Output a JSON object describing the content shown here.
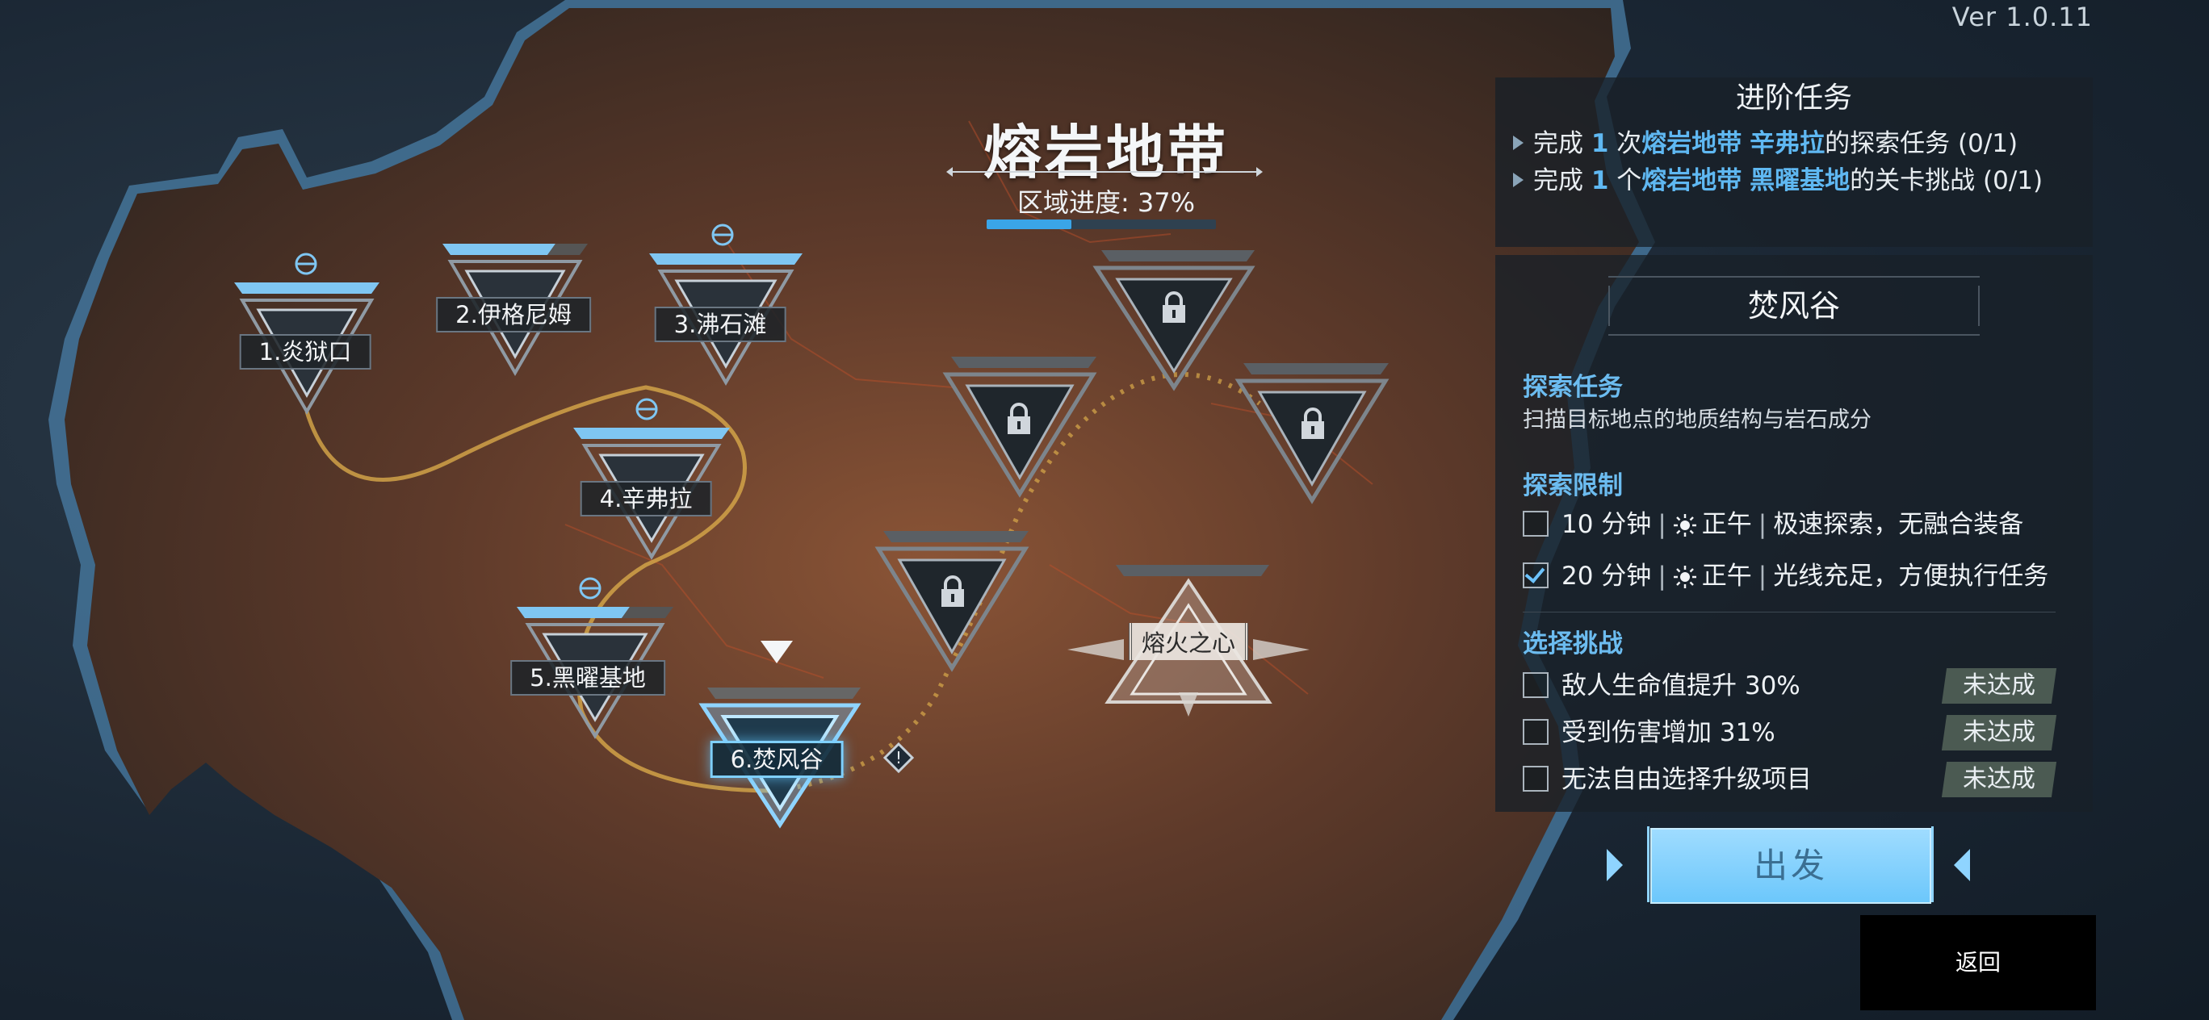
{
  "version": "Ver 1.0.11",
  "region": {
    "title": "熔岩地带",
    "progress_label": "区域进度: 37%",
    "progress": 0.37
  },
  "stages": [
    {
      "label": "1.炎狱口",
      "state": "unlocked",
      "has_target_icon": true
    },
    {
      "label": "2.伊格尼姆",
      "state": "unlocked",
      "has_target_icon": false
    },
    {
      "label": "3.沸石滩",
      "state": "unlocked",
      "has_target_icon": true
    },
    {
      "label": "4.辛弗拉",
      "state": "unlocked",
      "has_target_icon": true
    },
    {
      "label": "5.黑曜基地",
      "state": "unlocked",
      "has_target_icon": true
    },
    {
      "label": "6.焚风谷",
      "state": "selected",
      "has_target_icon": false
    },
    {
      "label": "",
      "state": "locked"
    },
    {
      "label": "",
      "state": "locked"
    },
    {
      "label": "",
      "state": "locked"
    },
    {
      "label": "",
      "state": "locked"
    }
  ],
  "boss_stage": {
    "label": "熔火之心",
    "state": "locked"
  },
  "advanced_tasks": {
    "title": "进阶任务",
    "items": [
      {
        "prefix": "完成 ",
        "count": "1",
        "mid": " 次",
        "hl1": "熔岩地带",
        "space": " ",
        "hl2": "辛弗拉",
        "suffix": "的探索任务 (0/1)"
      },
      {
        "prefix": "完成 ",
        "count": "1",
        "mid": " 个",
        "hl1": "熔岩地带",
        "space": " ",
        "hl2": "黑曜基地",
        "suffix": "的关卡挑战 (0/1)"
      }
    ]
  },
  "detail": {
    "title": "焚风谷",
    "explore_task_title": "探索任务",
    "explore_task_desc": "扫描目标地点的地质结构与岩石成分",
    "limit_title": "探索限制",
    "limits": [
      {
        "duration": "10 分钟",
        "time": "正午",
        "desc": "极速探索，无融合装备",
        "checked": false
      },
      {
        "duration": "20 分钟",
        "time": "正午",
        "desc": "光线充足，方便执行任务",
        "checked": true
      }
    ],
    "challenge_title": "选择挑战",
    "challenges": [
      {
        "label": "敌人生命值提升 30%",
        "status": "未达成",
        "checked": false
      },
      {
        "label": "受到伤害增加 31%",
        "status": "未达成",
        "checked": false
      },
      {
        "label": "无法自由选择升级项目",
        "status": "未达成",
        "checked": false
      }
    ]
  },
  "buttons": {
    "depart": "出发",
    "back": "返回"
  },
  "colors": {
    "accent": "#5fb8f2",
    "depart": "#8fd4ff",
    "badge": "#4b5a52"
  }
}
